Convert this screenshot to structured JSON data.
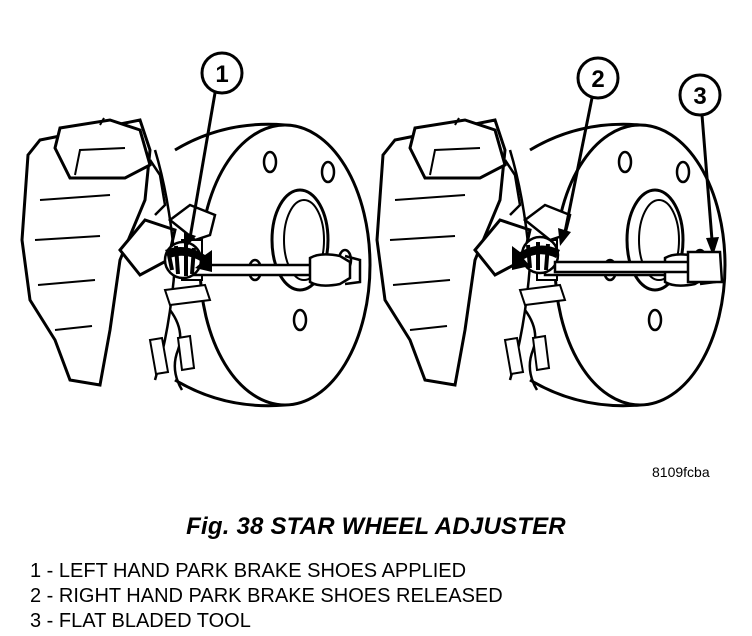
{
  "figure": {
    "title": "Fig. 38 STAR WHEEL ADJUSTER",
    "image_code": "8109fcba"
  },
  "callouts": [
    "1",
    "2",
    "3"
  ],
  "legend": [
    "1 - LEFT HAND PARK BRAKE SHOES APPLIED",
    "2 - RIGHT HAND PARK BRAKE SHOES RELEASED",
    "3 - FLAT BLADED TOOL"
  ],
  "colors": {
    "ink": "#000000",
    "paper": "#ffffff"
  }
}
